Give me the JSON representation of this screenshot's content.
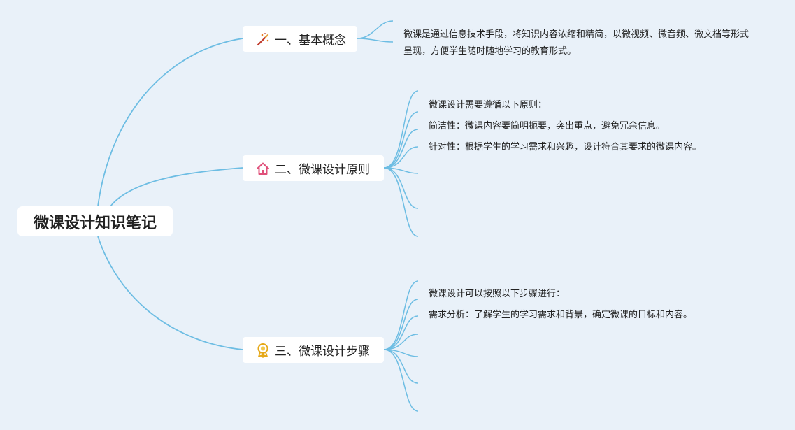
{
  "root": {
    "label": "微课设计知识笔记"
  },
  "topics": [
    {
      "label": "一、基本概念",
      "icon": "magic-wand-icon",
      "leaves": [
        "微课是通过信息技术手段，将知识内容浓缩和精简，以微视频、微音频、微文档等形式呈现，方便学生随时随地学习的教育形式。"
      ]
    },
    {
      "label": "二、微课设计原则",
      "icon": "home-icon",
      "leaves": [
        "微课设计需要遵循以下原则：",
        "简洁性：微课内容要简明扼要，突出重点，避免冗余信息。",
        "针对性：根据学生的学习需求和兴趣，设计符合其要求的微课内容。"
      ]
    },
    {
      "label": "三、微课设计步骤",
      "icon": "award-ribbon-icon",
      "leaves": [
        "微课设计可以按照以下步骤进行：",
        "需求分析：了解学生的学习需求和背景，确定微课的目标和内容。"
      ]
    }
  ],
  "colors": {
    "background": "#e9f1f9",
    "link": "#6dbde3",
    "node": "#ffffff"
  }
}
